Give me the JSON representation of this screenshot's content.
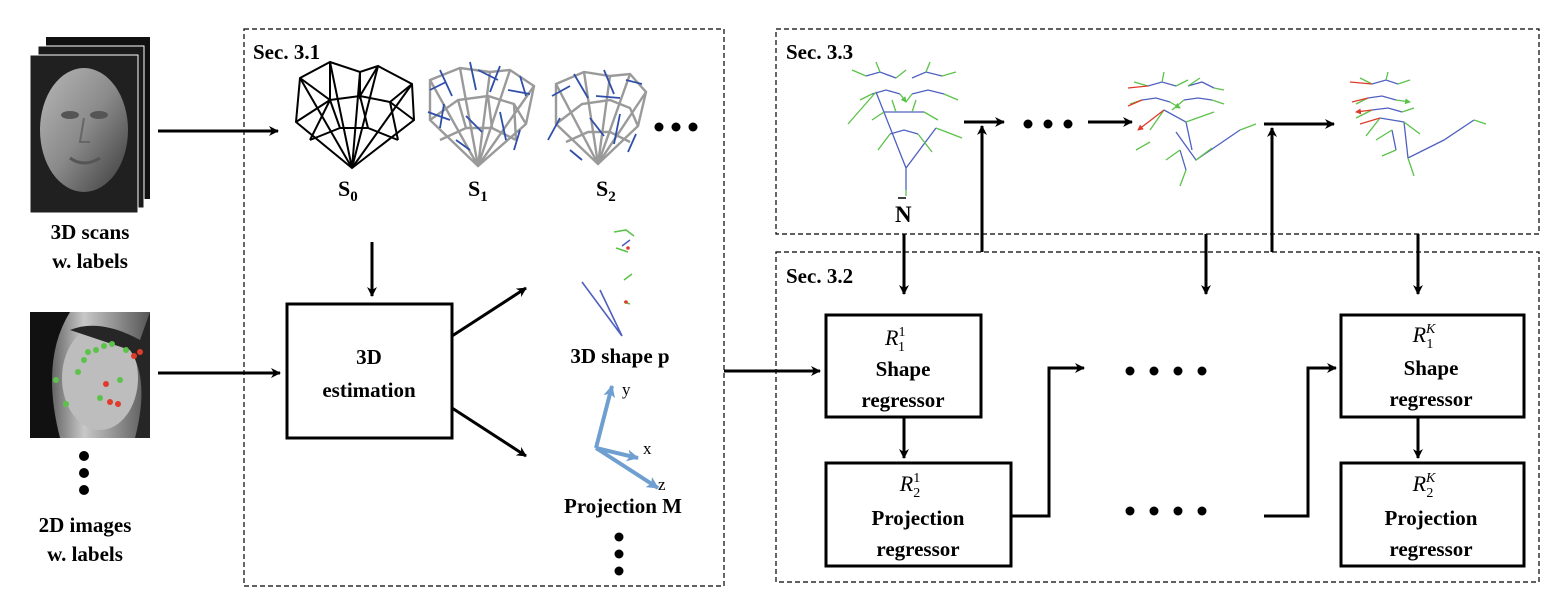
{
  "inputs": {
    "scans_label_line1": "3D scans",
    "scans_label_line2": "w. labels",
    "images_label_line1": "2D images",
    "images_label_line2": "w. labels"
  },
  "sec31": {
    "title": "Sec. 3.1",
    "s0": "S",
    "s0_sub": "0",
    "s1": "S",
    "s1_sub": "1",
    "s2": "S",
    "s2_sub": "2",
    "ellipsis": "•••",
    "estimation_line1": "3D",
    "estimation_line2": "estimation",
    "shape_label": "3D shape p",
    "projection_label": "Projection M",
    "axis_x": "x",
    "axis_y": "y",
    "axis_z": "z"
  },
  "sec33": {
    "title": "Sec. 3.3",
    "normal_label": "N",
    "ellipsis": "•••"
  },
  "sec32": {
    "title": "Sec. 3.2",
    "r11_base": "R",
    "r11_sup": "1",
    "r11_sub": "1",
    "r21_base": "R",
    "r21_sup": "1",
    "r21_sub": "2",
    "r1k_base": "R",
    "r1k_sup": "K",
    "r1k_sub": "1",
    "r2k_base": "R",
    "r2k_sup": "K",
    "r2k_sub": "2",
    "shape_line1": "Shape",
    "shape_line2": "regressor",
    "proj_line1": "Projection",
    "proj_line2": "regressor",
    "dots": "• • • •"
  },
  "colors": {
    "mesh_black": "#000000",
    "mesh_gray": "#9a9a9a",
    "mesh_blue": "#2f4fa8",
    "green": "#5cc24a",
    "red": "#e03a2a",
    "axis_blue": "#6f9fd0",
    "line_blue": "#5060c0"
  }
}
